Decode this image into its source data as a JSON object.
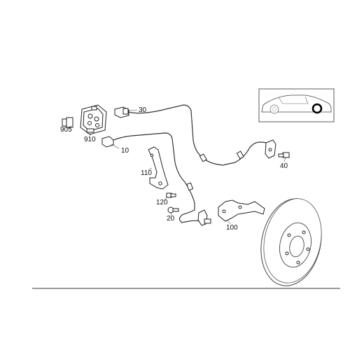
{
  "diagram": {
    "part_numbers": {
      "p905": "905",
      "p910": "910",
      "p30": "30",
      "p10": "10",
      "p40": "40",
      "p110": "110",
      "p120": "120",
      "p20": "20",
      "p100": "100"
    },
    "icons": {
      "vehicle": "car-side-icon",
      "marker": "wheel-location-marker-icon"
    },
    "colors": {
      "line": "#222222",
      "marker": "#000000",
      "background": "#ffffff"
    }
  }
}
